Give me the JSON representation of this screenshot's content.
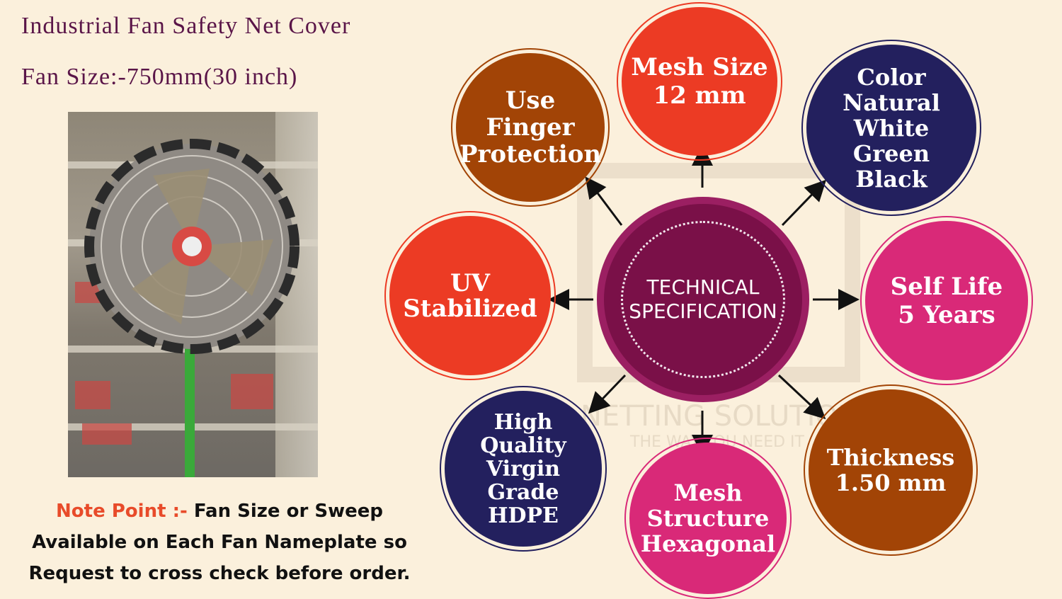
{
  "header": {
    "title": "Industrial Fan Safety Net Cover",
    "fan_size": "Fan Size:-750mm(30 inch)"
  },
  "photo": {
    "description_icon": "fan-with-safety-net-photo"
  },
  "note": {
    "label": "Note Point :-",
    "text_part1": " Fan Size or Sweep",
    "line2": "Available on Each Fan Nameplate so",
    "line3": "Request to cross check before order."
  },
  "center": {
    "label": "TECHNICAL\nSPECIFICATION",
    "color": "#7a1048"
  },
  "specs": {
    "finger": "Use\nFinger\nProtection",
    "mesh_size": "Mesh Size\n12 mm",
    "color": "Color\nNatural\nWhite\nGreen\nBlack",
    "uv": "UV\nStabilized",
    "self_life": "Self Life\n5 Years",
    "hdpe": "High\nQuality\nVirgin\nGrade\nHDPE",
    "mesh_structure": "Mesh\nStructure\nHexagonal",
    "thickness": "Thickness\n1.50 mm"
  },
  "colors": {
    "brown": "#a24406",
    "orange_red": "#ec3b24",
    "navy": "#23205e",
    "pink": "#d92978",
    "maroon": "#7a1048"
  },
  "watermark": {
    "line1": "NETTING SOLUTIONS",
    "line2": "THE WAY YOU NEED IT"
  }
}
